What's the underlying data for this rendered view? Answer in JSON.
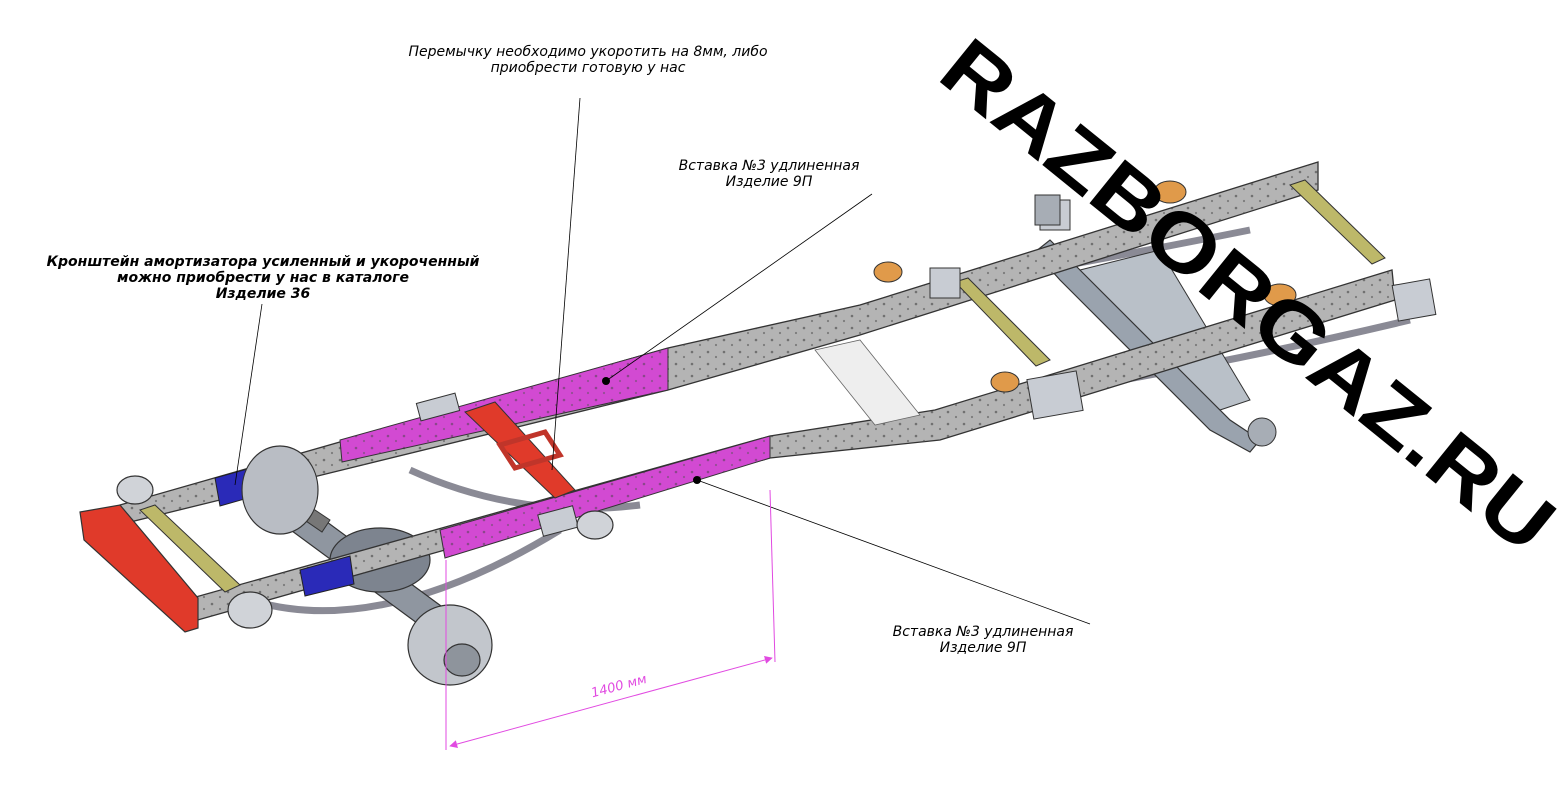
{
  "callouts": {
    "jumper": {
      "line1": "Перемычку необходимо укоротить на 8мм, либо",
      "line2": "приобрести готовую у нас"
    },
    "shock_bracket": {
      "line1": "Кронштейн амортизатора усиленный и укороченный",
      "line2": "можно приобрести у нас в каталоге",
      "line3": "Изделие 36"
    },
    "insert_top": {
      "line1": "Вставка №3 удлиненная",
      "line2": "Изделие 9П"
    },
    "insert_bottom": {
      "line1": "Вставка №3 удлиненная",
      "line2": "Изделие 9П"
    }
  },
  "dimension": {
    "label": "1400 мм"
  },
  "watermark": {
    "text": "RAZBORGAZ.RU"
  },
  "colors": {
    "frame": "#b4b4b4",
    "insert": "#d24ad2",
    "front_crossmember": "#e03a2a",
    "shock_bracket": "#2a2ab8",
    "crossbar": "#bdb869",
    "spring_pads": "#e09a4a",
    "dimension_line": "#e14ae1"
  }
}
